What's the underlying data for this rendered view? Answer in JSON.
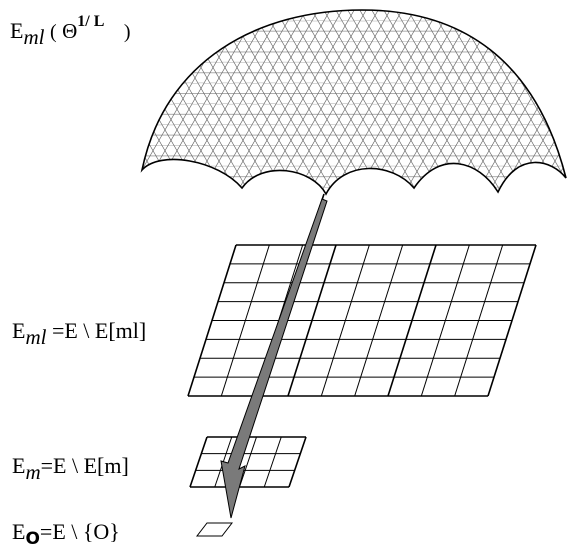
{
  "labels": {
    "umbrella": {
      "base": "E",
      "sub": "ml",
      "open": "(",
      "theta": "Θ",
      "sup": "1/ L",
      "close": ")"
    },
    "large_grid": {
      "base": "E",
      "sub": "ml",
      "rest": " =E \\ E[ml]"
    },
    "small_grid": {
      "base": "E",
      "sub": "m",
      "rest": "=E \\ E[m]"
    },
    "tiny_cell": {
      "base": "E",
      "sub": "O",
      "rest": "=E \\ {O}"
    }
  },
  "colors": {
    "stroke": "#000000",
    "arrow_fill": "#7a7a7a",
    "hex_stroke": "#555555",
    "background": "#ffffff"
  }
}
